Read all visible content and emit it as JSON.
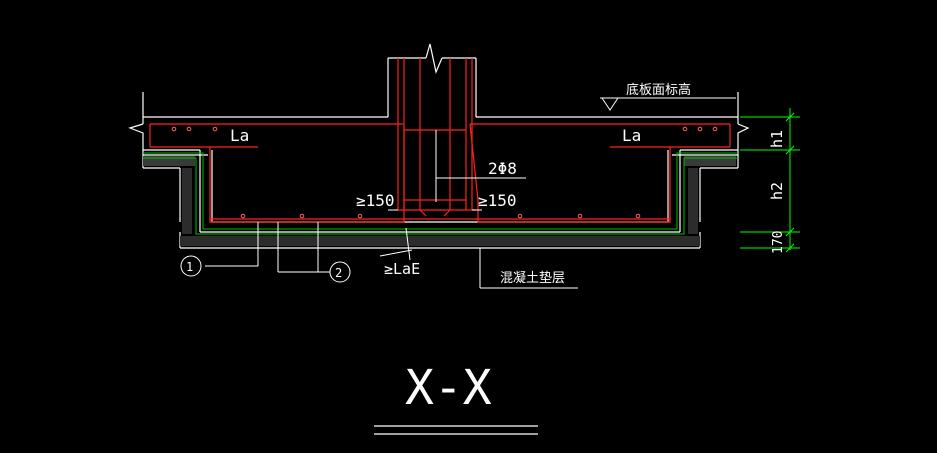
{
  "colors": {
    "background": "#000000",
    "outline": "#ffffff",
    "rebar": "#ff2020",
    "dimension": "#00ff00",
    "link": "#ff66ff"
  },
  "labels": {
    "la_left": "La",
    "la_right": "La",
    "rebar_spec": "2Φ8",
    "min_left": "≥150",
    "min_right": "≥150",
    "lae": "≥LaE",
    "bottom_elevation": "底板面标高",
    "cushion": "混凝土垫层",
    "marker_1": "1",
    "marker_2": "2"
  },
  "dimensions": {
    "h1": "h1",
    "h2": "h2",
    "d170": "170"
  },
  "section": {
    "title": "X-X"
  }
}
